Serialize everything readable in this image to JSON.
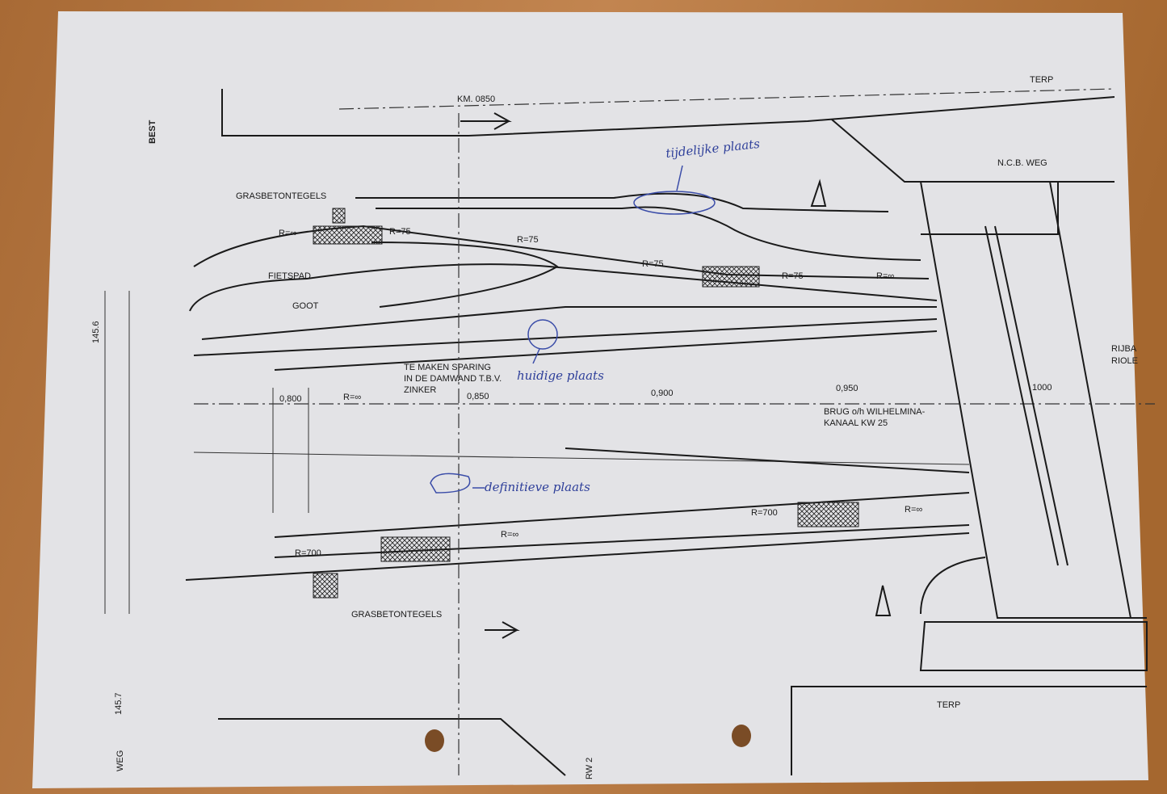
{
  "drawing": {
    "direction": "BEST",
    "km_marker": "KM. 0850",
    "terp_top": "TERP",
    "terp_bottom": "TERP",
    "ncb_weg": "N.C.B. WEG",
    "grasbetontegels_top": "GRASBETONTEGELS",
    "grasbetontegels_bottom": "GRASBETONTEGELS",
    "fietspad": "FIETSPAD",
    "goot": "GOOT",
    "sparing": [
      "TE MAKEN SPARING",
      "IN DE DAMWAND T.B.V.",
      "ZINKER"
    ],
    "stations": [
      "0,800",
      "0,850",
      "0,900",
      "0,950",
      "1000"
    ],
    "bridge": [
      "BRUG o/h WILHELMINA-",
      "KANAAL KW 25"
    ],
    "right_edge": [
      "RIJBA",
      "RIOLE"
    ],
    "radii": [
      "R=∞",
      "R=75",
      "R=75",
      "R=75",
      "R=75",
      "R=∞",
      "R=∞",
      "R=700",
      "R=∞",
      "R=700",
      "R=∞"
    ],
    "side_labels": [
      "145.6",
      "145.7",
      "WEG",
      "RW 2"
    ]
  },
  "handwritten": {
    "temporary": "tijdelijke plaats",
    "current": "huidige plaats",
    "final": "definitieve plaats"
  },
  "colors": {
    "paper": "#e3e3e6",
    "wood": "#b5773f",
    "ink": "#1a1a1a",
    "pen": "#2e3f9a"
  }
}
